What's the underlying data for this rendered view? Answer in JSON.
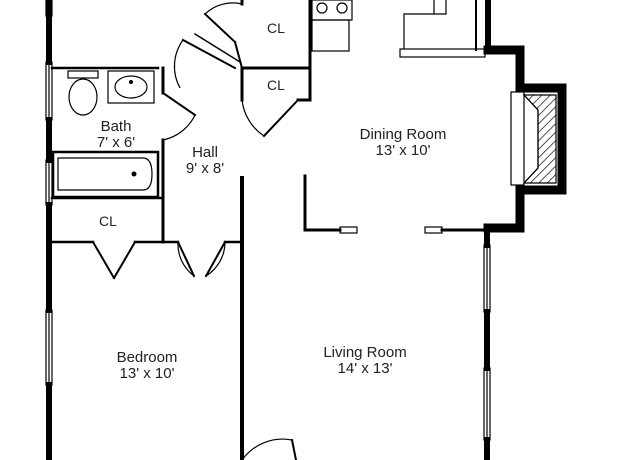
{
  "rooms": {
    "bath": {
      "name": "Bath",
      "dims": "7' x 6'"
    },
    "hall": {
      "name": "Hall",
      "dims": "9' x 8'"
    },
    "dining": {
      "name": "Dining Room",
      "dims": "13' x 10'"
    },
    "bedroom": {
      "name": "Bedroom",
      "dims": "13' x 10'"
    },
    "living": {
      "name": "Living Room",
      "dims": "14' x 13'"
    }
  },
  "closets": {
    "upper_closet": "CL",
    "middle_closet": "CL",
    "bath_closet": "CL"
  },
  "colors": {
    "wall": "#000000",
    "background": "#ffffff",
    "text": "#222222"
  }
}
